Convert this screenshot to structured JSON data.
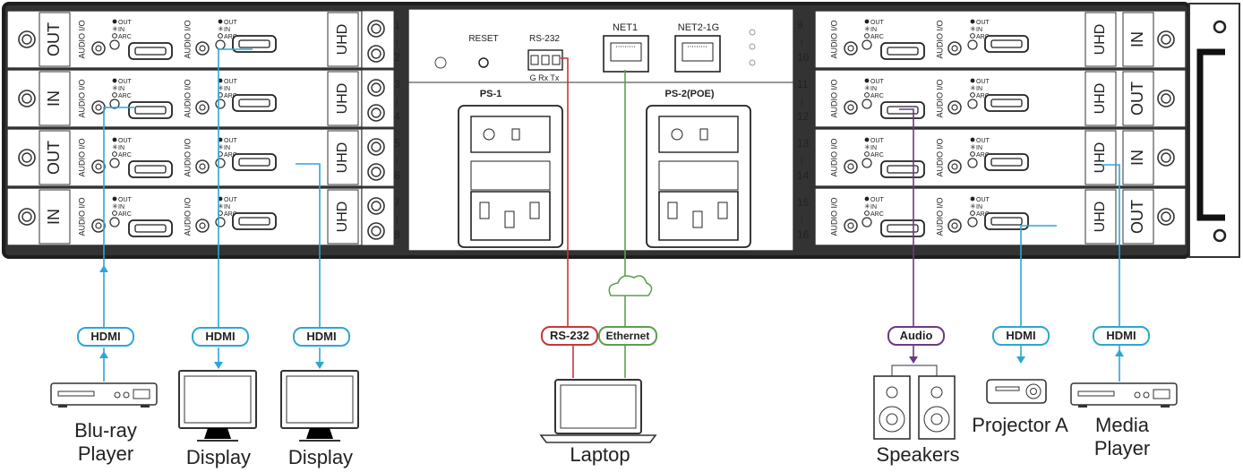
{
  "colors": {
    "hdmi": "#2ea6d4",
    "audio": "#6b3a80",
    "rs232": "#c8373a",
    "ethernet": "#5aa04c",
    "chassis": "#1e1e1e",
    "module": "#ffffff"
  },
  "slots": {
    "left": [
      "OUT",
      "IN",
      "OUT",
      "IN"
    ],
    "right": [
      "IN",
      "OUT",
      "IN",
      "OUT"
    ]
  },
  "module_texts": {
    "audio_io": "AUDIO I/O",
    "uhd": "UHD",
    "led_out": "OUT",
    "led_in": "IN",
    "led_arc": "ARC"
  },
  "port_numbers": {
    "left": [
      [
        "1",
        "2"
      ],
      [
        "3",
        "4"
      ],
      [
        "5",
        "6"
      ],
      [
        "7",
        "8"
      ]
    ],
    "right": [
      [
        "9",
        "10"
      ],
      [
        "11",
        "12"
      ],
      [
        "13",
        "14"
      ],
      [
        "15",
        "16"
      ]
    ]
  },
  "center_panel": {
    "reset": "RESET",
    "rs232": "RS-232",
    "rs232_pins": "G Rx Tx",
    "net1": "NET1",
    "net2": "NET2-1G",
    "ps1": "PS-1",
    "ps2": "PS-2(POE)"
  },
  "cables": {
    "hdmi": "HDMI",
    "audio": "Audio",
    "rs232": "RS-232",
    "ethernet": "Ethernet"
  },
  "devices": {
    "bluray": [
      "Blu-ray",
      "Player"
    ],
    "display1": "Display",
    "display2": "Display",
    "laptop": "Laptop",
    "speakers": "Speakers",
    "projector": "Projector A",
    "media": [
      "Media",
      "Player"
    ]
  }
}
